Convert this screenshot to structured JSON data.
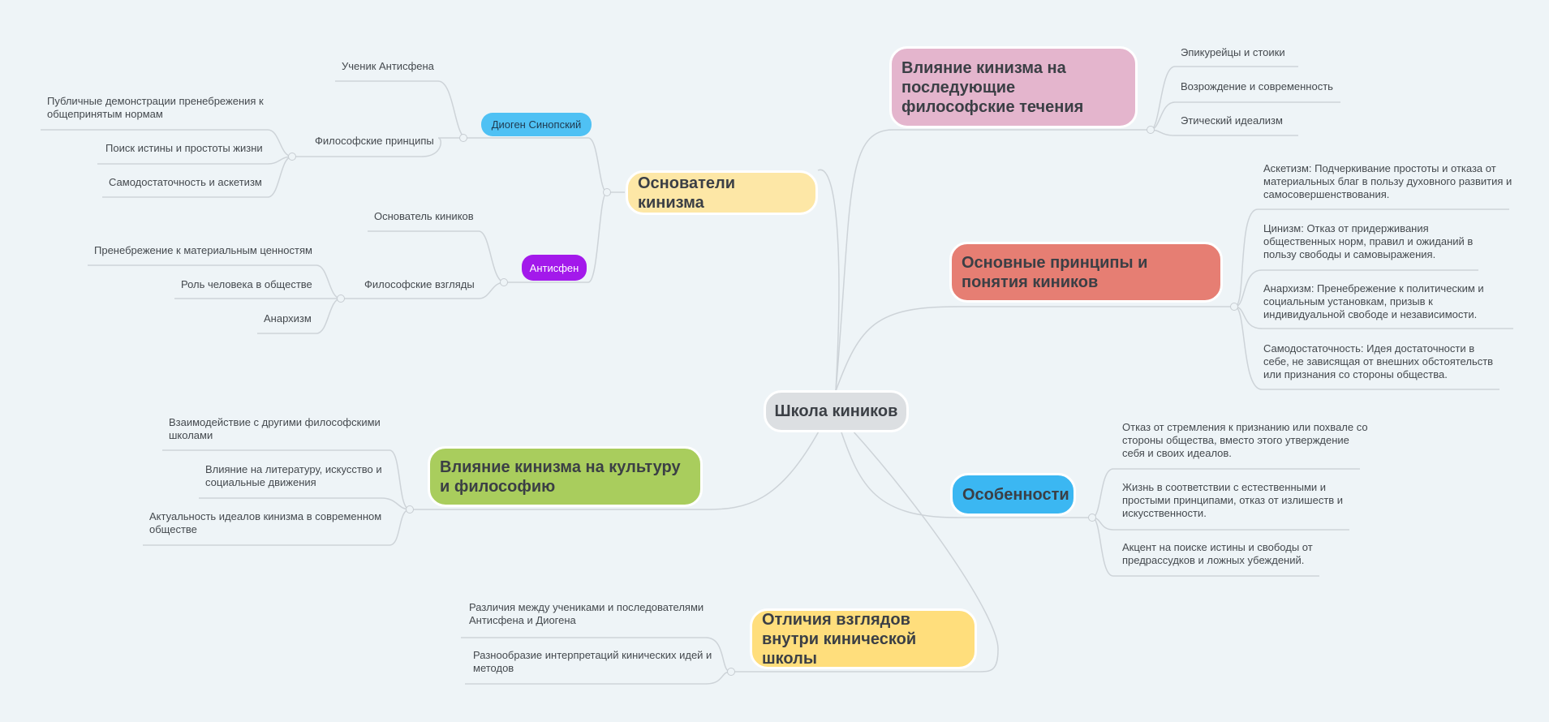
{
  "root": "Школа киников",
  "founders": {
    "title": "Основатели кинизма",
    "diogenes": {
      "label": "Диоген Синопский",
      "pupil": "Ученик Антисфена",
      "principles": "Философские принципы",
      "items": [
        "Публичные демонстрации пренебрежения к общепринятым нормам",
        "Поиск истины и простоты жизни",
        "Самодостаточность и аскетизм"
      ]
    },
    "antisthenes": {
      "label": "Антисфен",
      "founder": "Основатель киников",
      "views": "Философские взгляды",
      "items": [
        "Пренебрежение к материальным ценностям",
        "Роль человека в обществе",
        "Анархизм"
      ]
    }
  },
  "influence_phil": {
    "title": "Влияние кинизма на последующие философские течения",
    "items": [
      "Эпикурейцы и стоики",
      "Возрождение и современность",
      "Этический идеализм"
    ]
  },
  "principles": {
    "title": "Основные принципы и понятия киников",
    "items": [
      "Аскетизм: Подчеркивание простоты и отказа от материальных благ в пользу духовного развития и самосовершенствования.",
      "Цинизм: Отказ от придерживания общественных норм, правил и ожиданий в пользу свободы и самовыражения.",
      "Анархизм: Пренебрежение к политическим и социальным установкам, призыв к индивидуальной свободе и независимости.",
      "Самодостаточность: Идея достаточности в себе, не зависящая от внешних обстоятельств или признания со стороны общества."
    ]
  },
  "features": {
    "title": "Особенности",
    "items": [
      "Отказ от стремления к признанию или похвале со стороны общества, вместо этого утверждение себя и своих идеалов.",
      "Жизнь в соответствии с естественными и простыми принципами, отказ от излишеств и искусственности.",
      "Акцент на поиске истины и свободы от предрассудков и ложных убеждений."
    ]
  },
  "culture": {
    "title": "Влияние кинизма на культуру и философию",
    "items": [
      "Взаимодействие с другими философскими школами",
      "Влияние на литературу, искусство и социальные движения",
      "Актуальность идеалов кинизма в современном обществе"
    ]
  },
  "differences": {
    "title": "Отличия взглядов внутри кинической школы",
    "items": [
      "Различия между учениками и последователями Антисфена и Диогена",
      "Разнообразие интерпретаций кинических идей и методов"
    ]
  },
  "colors": {
    "root": "#dcdfe2",
    "founders": "#fde7a6",
    "influence": "#e4b5cd",
    "principles": "#e67e73",
    "features": "#3bb7f2",
    "culture": "#a9cd5d",
    "differences": "#ffde7c",
    "diogenes": "#4fc1f4",
    "antisthenes": "#a319eb",
    "line": "#cdd3d8"
  }
}
